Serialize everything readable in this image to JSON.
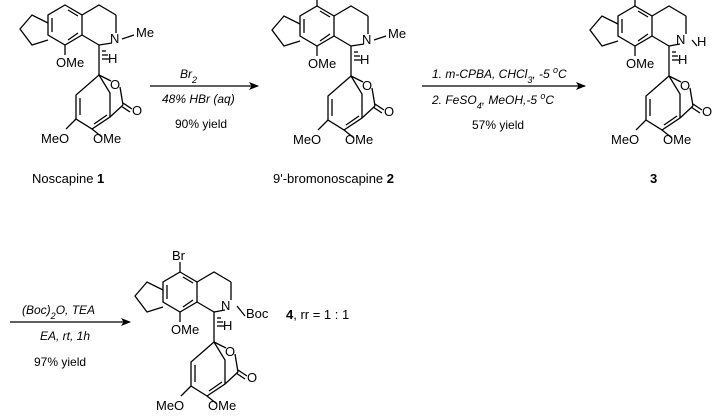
{
  "atoms": {
    "br": "Br",
    "ome": "OMe",
    "meo": "MeO",
    "h": "H",
    "n": "N",
    "me": "Me",
    "o": "O",
    "boc": "Boc"
  },
  "step1": {
    "reagent": "Br2",
    "reagent_base": "Br",
    "reagent_sub": "2",
    "solvent": "48% HBr (aq)",
    "yield": "90% yield"
  },
  "step2": {
    "line1": "1. m-CPBA, CHCl3, -5 oC",
    "line1_a": "1. m-CPBA, CHCl",
    "line1_sub": "3",
    "line1_b": ", -5 ",
    "line1_sup": "o",
    "line1_c": "C",
    "line2": "2. FeSO4, MeOH,-5 oC",
    "line2_a": "2. FeSO",
    "line2_sub": "4",
    "line2_b": ", MeOH,-5 ",
    "line2_sup": "o",
    "line2_c": "C",
    "yield": "57% yield"
  },
  "step3": {
    "line1": "(Boc)2O, TEA",
    "line1_a": "(Boc)",
    "line1_sub": "2",
    "line1_b": "O, TEA",
    "line2": "EA, rt, 1h",
    "yield": "97% yield"
  },
  "labels": {
    "c1_name": "Noscapine ",
    "c1_num": "1",
    "c2_name": "9'-bromonoscapine ",
    "c2_num": "2",
    "c3_num": "3",
    "c4_num": "4",
    "c4_ratio": ", rr = 1 : 1"
  }
}
